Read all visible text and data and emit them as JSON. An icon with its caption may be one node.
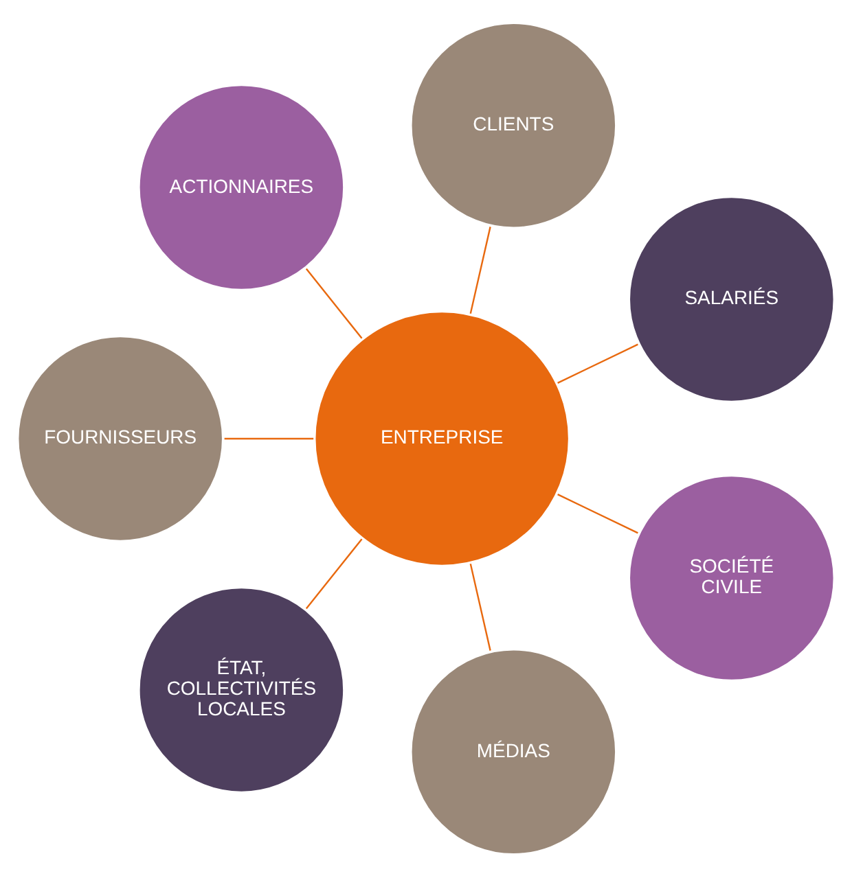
{
  "diagram": {
    "nodes": [
      {
        "text": [
          "ENTREPRISE"
        ]
      },
      {
        "text": [
          "SALARIÉS"
        ]
      },
      {
        "text": [
          "CLIENTS"
        ]
      },
      {
        "text": [
          "ACTIONNAIRES"
        ]
      },
      {
        "text": [
          "FOURNISSEURS"
        ]
      },
      {
        "text": [
          "ÉTAT, COLLECTIVITÉS LOCALES"
        ]
      },
      {
        "text": [
          "MÉDIAS"
        ]
      },
      {
        "text": [
          "SOCIÉTÉ CIVILE"
        ]
      }
    ],
    "edges": [
      {
        "from": 0,
        "to": 1,
        "arrow": "none"
      },
      {
        "from": 0,
        "to": 2,
        "arrow": "none"
      },
      {
        "from": 0,
        "to": 3,
        "arrow": "none"
      },
      {
        "from": 0,
        "to": 4,
        "arrow": "none"
      },
      {
        "from": 0,
        "to": 5,
        "arrow": "none"
      },
      {
        "from": 0,
        "to": 6,
        "arrow": "none"
      },
      {
        "from": 0,
        "to": 7,
        "arrow": "none"
      }
    ]
  }
}
